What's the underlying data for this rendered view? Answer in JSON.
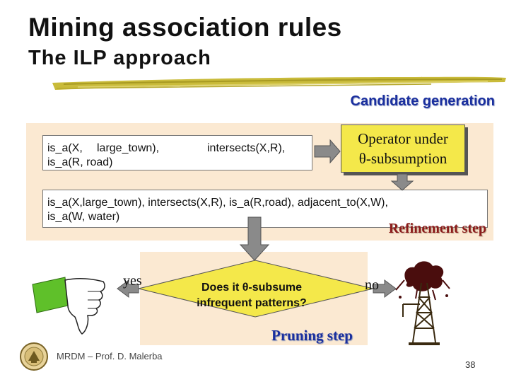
{
  "slide": {
    "title": "Mining association rules",
    "subtitle": "The ILP approach",
    "section_label": "Candidate generation",
    "clause_1": {
      "part_a": "is_a(X,",
      "part_b": "large_town),",
      "part_c": "intersects(X,R),",
      "part_d": "is_a(R, road)"
    },
    "operator": {
      "line1": "Operator under",
      "line2": "θ-subsumption"
    },
    "clause_2": {
      "line1": "is_a(X,large_town), intersects(X,R), is_a(R,road), adjacent_to(X,W),",
      "line2": "is_a(W, water)"
    },
    "refinement_label": "Refinement step",
    "decision": {
      "question_line1": "Does it θ-subsume",
      "question_line2": "infrequent patterns?",
      "yes_label": "yes",
      "no_label": "no"
    },
    "pruning_label": "Pruning step",
    "footer": "MRDM – Prof. D. Malerba",
    "page_number": "38"
  },
  "colors": {
    "panel": "#fbe9d2",
    "highlight_yellow": "#f4e84a",
    "section_blue": "#1a2f9e",
    "refinement_red": "#8b1a1a",
    "arrow_gray": "#8a8a8a"
  },
  "icons": [
    "thumbs-down-icon",
    "oil-derrick-icon",
    "university-seal-icon",
    "brush-stroke-underline"
  ]
}
